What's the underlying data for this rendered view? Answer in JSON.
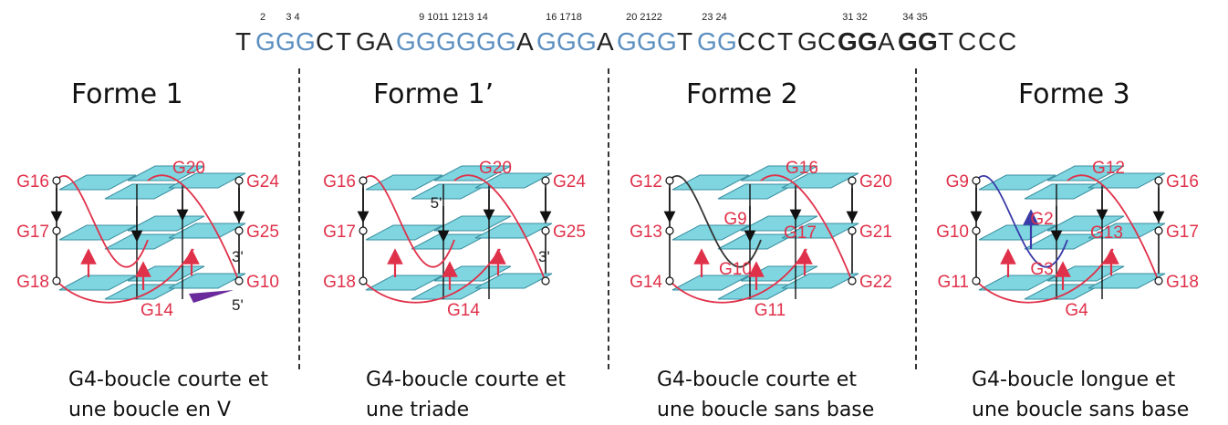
{
  "sequence": {
    "bases": [
      "T",
      "G",
      "G",
      "G",
      "C",
      "T",
      "G",
      "A",
      "G",
      "G",
      "G",
      "G",
      "G",
      "G",
      "A",
      "G",
      "G",
      "G",
      "A",
      "G",
      "G",
      "G",
      "T",
      "G",
      "G",
      "C",
      "C",
      "T",
      "G",
      "C",
      "G",
      "G",
      "A",
      "G",
      "G",
      "T",
      "C",
      "C",
      "C"
    ],
    "blue_positions": [
      1,
      2,
      3,
      8,
      9,
      10,
      11,
      12,
      13,
      15,
      16,
      17,
      19,
      20,
      21,
      23,
      24
    ],
    "bold_positions": [
      30,
      31,
      33,
      34
    ],
    "numbers": [
      {
        "text": "2",
        "pos": 1
      },
      {
        "text": "3 4",
        "pos": 2.5
      },
      {
        "text": "9 1011 1213 14",
        "pos": 10.5
      },
      {
        "text": "16 1718",
        "pos": 16
      },
      {
        "text": "20 2122",
        "pos": 20
      },
      {
        "text": "23 24",
        "pos": 23.5
      },
      {
        "text": "31 32",
        "pos": 30.5
      },
      {
        "text": "34 35",
        "pos": 33.5
      }
    ],
    "colors": {
      "black": "#222222",
      "blue": "#5b8fc0"
    }
  },
  "panels": [
    {
      "title": "Forme 1",
      "caption": [
        "G4-boucle courte et",
        "une boucle en V"
      ],
      "left_labels": [
        "G16",
        "G17",
        "G18"
      ],
      "right_labels": [
        "G24",
        "G25",
        "G10"
      ],
      "top_label": "G20",
      "bottom_label": "G14",
      "inner_labels": [],
      "end_labels": [
        "3'",
        "5'"
      ],
      "loop_color": "#e0314a"
    },
    {
      "title": "Forme 1’",
      "caption": [
        "G4-boucle courte et",
        "une triade"
      ],
      "left_labels": [
        "G16",
        "G17",
        "G18"
      ],
      "right_labels": [
        "G24",
        "G25"
      ],
      "top_label": "G20",
      "bottom_label": "G14",
      "inner_labels": [],
      "end_labels": [
        "5'",
        "3'"
      ],
      "loop_color": "#e0314a"
    },
    {
      "title": "Forme 2",
      "caption": [
        "G4-boucle courte et",
        "une boucle sans base"
      ],
      "left_labels": [
        "G12",
        "G13",
        "G14"
      ],
      "right_labels": [
        "G20",
        "G21",
        "G22"
      ],
      "top_label": "G16",
      "bottom_label": "G11",
      "inner_labels": [
        "G9",
        "G17",
        "G10"
      ],
      "end_labels": [],
      "loop_color": "#333333"
    },
    {
      "title": "Forme 3",
      "caption": [
        "G4-boucle longue et",
        "une boucle sans base"
      ],
      "left_labels": [
        "G9",
        "G10",
        "G11"
      ],
      "right_labels": [
        "G16",
        "G17",
        "G18"
      ],
      "top_label": "G12",
      "bottom_label": "G4",
      "inner_labels": [
        "G2",
        "G13",
        "G3"
      ],
      "end_labels": [],
      "loop_color": "#3a3aa8"
    }
  ],
  "colors": {
    "tetrad": "#7fd6e0",
    "tetrad_stroke": "#3a8fa0",
    "red": "#e0314a",
    "strand": "#111111",
    "purple": "#6a2a9c"
  }
}
